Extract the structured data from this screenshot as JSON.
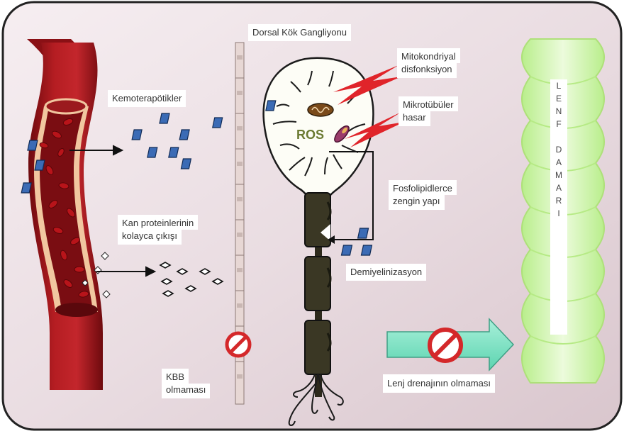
{
  "title": "Dorsal Kök Gangliyonu",
  "labels": {
    "chemo": "Kemoterapötikler",
    "blood_proteins_line1": "Kan proteinlerinin",
    "blood_proteins_line2": "kolayca çıkışı",
    "mito_line1": "Mitokondriyal",
    "mito_line2": "disfonksiyon",
    "microtubule_line1": "Mikrotübüler",
    "microtubule_line2": "hasar",
    "ros": "ROS",
    "phospholipid_line1": "Fosfolipidlerce",
    "phospholipid_line2": "zengin yapı",
    "demyelination": "Demiyelinizasyon",
    "bnb_line1": "KBB",
    "bnb_line2": "olmaması",
    "lymph_drainage": "Lenj drenajının olmaması",
    "lymph_vessel_letters": [
      "L",
      "E",
      "N",
      "F",
      "",
      "D",
      "A",
      "M",
      "A",
      "R",
      "I"
    ]
  },
  "colors": {
    "background": "#ecdfe4",
    "vessel_red": "#a0161c",
    "vessel_lumen": "#7a0d12",
    "drug_blue": "#3b6bb5",
    "axon_dark": "#34301f",
    "lymph_green": "#c9f4a3",
    "arrow_cyan": "#7fe3c5",
    "no_sign_red": "#d4282a",
    "lightning_red": "#e0242a"
  }
}
